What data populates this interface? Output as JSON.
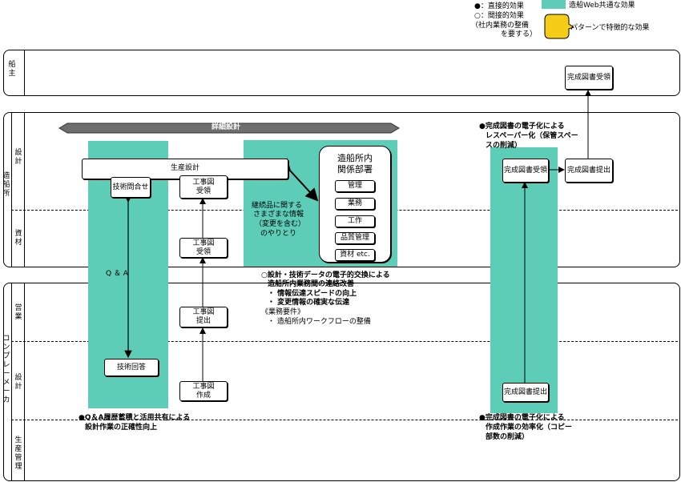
{
  "legend": {
    "direct": "●：直接的効果",
    "indirect": "○：間接的効果",
    "indirect_note1": "（社内業務の整備",
    "indirect_note2": "を要する）",
    "common": "造船Web共通な効果",
    "pattern": "パターンで特徴的な効果"
  },
  "lanes": {
    "owner": "船主",
    "shipyard": "造船所",
    "shipyard_design": "設計",
    "shipyard_material": "資材",
    "maker": "コンプレーメーカ",
    "maker_sales": "営業",
    "maker_design": "設計",
    "maker_production": "生産管理"
  },
  "arrow_banner": "詳細設計",
  "boxes": {
    "seisan_sekkei": "生産設計",
    "gijutsu_toiawase": "技術問合せ",
    "kojizu_juryo_1a": "工事図",
    "kojizu_juryo_1b": "受領",
    "kojizu_juryo_2a": "工事図",
    "kojizu_juryo_2b": "受領",
    "kojizu_teishutsu_a": "工事図",
    "kojizu_teishutsu_b": "提出",
    "kojizu_sakusei_a": "工事図",
    "kojizu_sakusei_b": "作成",
    "gijutsu_kaito": "技術回答",
    "kansei_juryo_owner": "完成図書受領",
    "kansei_juryo_yard": "完成図書受領",
    "kansei_teishutsu_yard": "完成図書提出",
    "kansei_teishutsu_maker": "完成図書提出"
  },
  "dept": {
    "title1": "造船所内",
    "title2": "関係部署",
    "items": [
      "管理",
      "業務",
      "工作",
      "品質管理",
      "資材 etc."
    ]
  },
  "notes": {
    "qa": "Q ＆ A",
    "keizoku1": "継続品に関する",
    "keizoku2": "さまざまな情報",
    "keizoku3": "（変更を含む）",
    "keizoku4": "のやりとり",
    "center1": "○設計・技術データの電子的交換による",
    "center2": "造船所内業務間の連絡改善",
    "center3": "・ 情報伝達スピードの向上",
    "center4": "・ 変更情報の確実な伝達",
    "center5": "《業務要件》",
    "center6": "・ 造船所内ワークフローの整備",
    "top_right1": "●完成図書の電子化による",
    "top_right2": "レスペーパー化（保管スペー",
    "top_right3": "スの削減）",
    "bottom_left1": "●Q＆A履歴蓄積と活用共有による",
    "bottom_left2": "設計作業の正確性向上",
    "bottom_right1": "●完成図書の電子化による",
    "bottom_right2": "作成作業の効率化（コピー",
    "bottom_right3": "部数の削減）"
  },
  "colors": {
    "effect_green": "#5ecdb8",
    "callout_yellow": "#f5cc16",
    "banner_gray": "#6e6e6e"
  }
}
